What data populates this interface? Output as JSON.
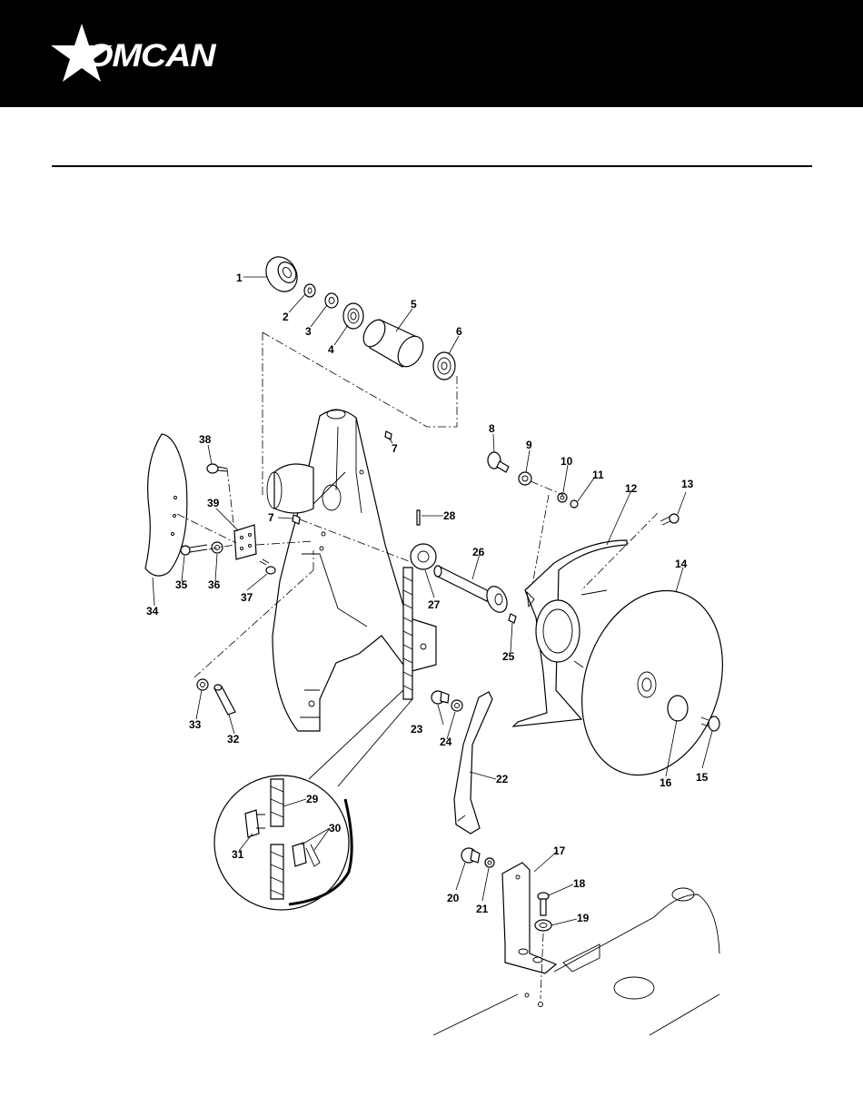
{
  "header": {
    "brand": "OMCAN",
    "background": "#000000",
    "logo_icon": "star-icon"
  },
  "diagram": {
    "callouts": [
      "1",
      "2",
      "3",
      "4",
      "5",
      "6",
      "7",
      "7",
      "8",
      "9",
      "10",
      "11",
      "12",
      "13",
      "14",
      "15",
      "16",
      "17",
      "18",
      "19",
      "20",
      "21",
      "22",
      "23",
      "24",
      "25",
      "26",
      "27",
      "28",
      "29",
      "30",
      "31",
      "32",
      "33",
      "34",
      "35",
      "36",
      "37",
      "38",
      "39"
    ]
  }
}
